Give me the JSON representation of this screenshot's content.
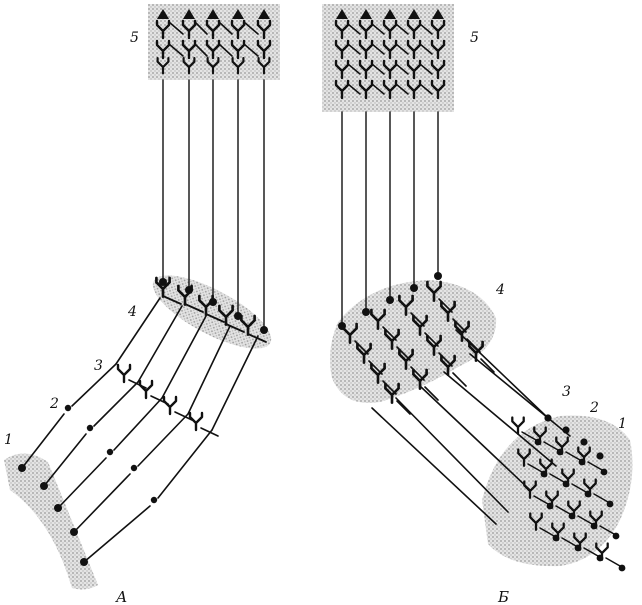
{
  "panels": [
    {
      "id": "A",
      "caption": "А",
      "labels": {
        "n1": "1",
        "n2": "2",
        "n3": "3",
        "n4": "4",
        "n5": "5"
      }
    },
    {
      "id": "B",
      "caption": "Б",
      "labels": {
        "n1": "1",
        "n2": "2",
        "n3": "3",
        "n4": "4",
        "n5": "5"
      }
    }
  ],
  "colors": {
    "ink": "#111111",
    "stipple": "#c9c9c9"
  }
}
